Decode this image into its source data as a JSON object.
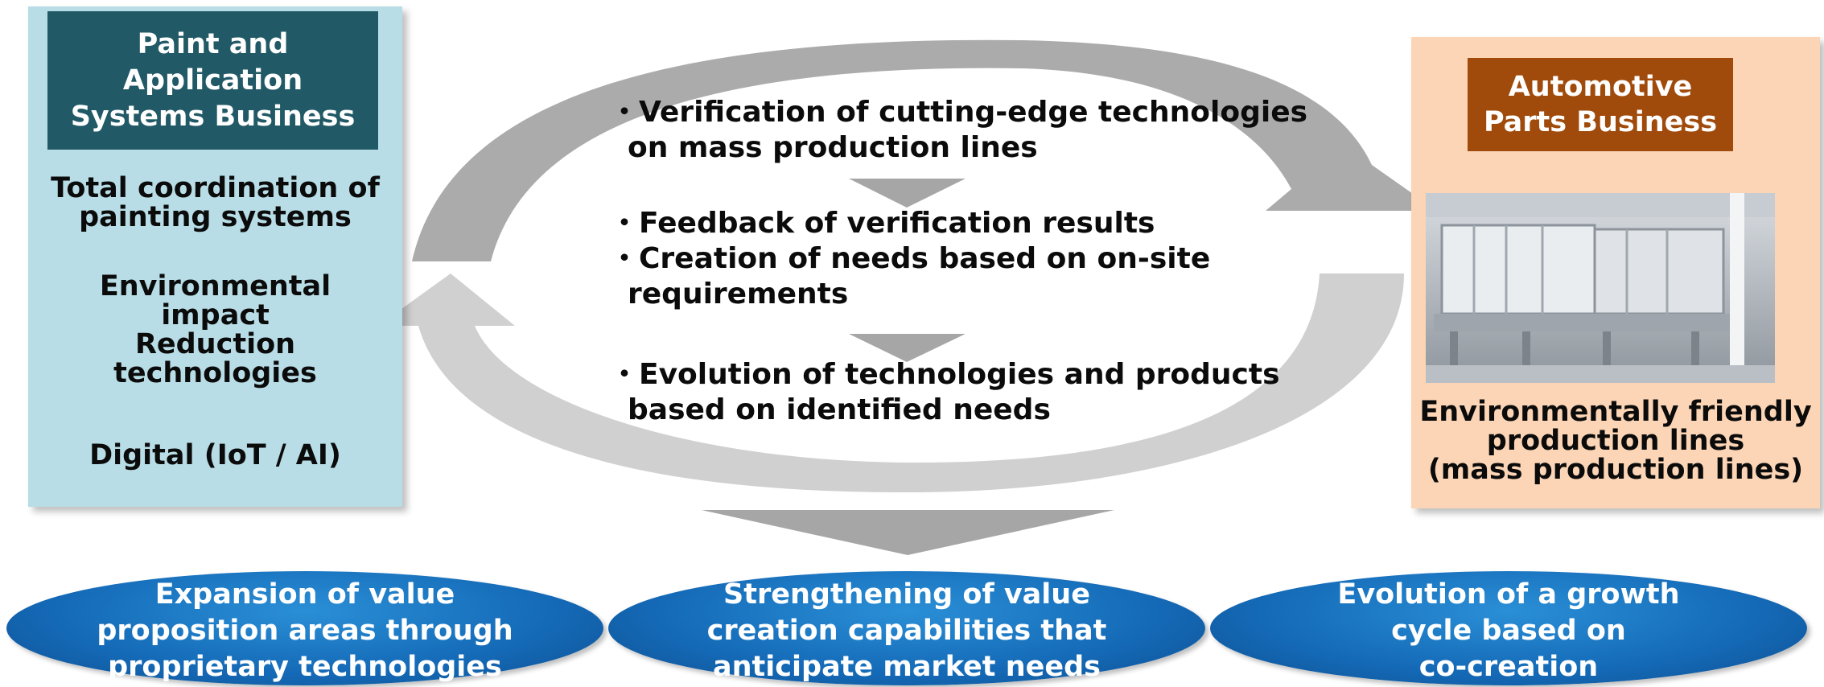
{
  "left_panel": {
    "title": "Paint and\nApplication\nSystems Business",
    "items": [
      "Total coordination of\npainting systems",
      "Environmental\nimpact\nReduction\ntechnologies",
      "Digital (IoT / AI)"
    ]
  },
  "right_panel": {
    "title": "Automotive\nParts Business",
    "caption": "Environmentally friendly\nproduction lines\n(mass production lines)"
  },
  "cycle": {
    "bullets": [
      "・Verification of cutting-edge technologies\non mass production lines",
      "・Feedback of verification results",
      "・Creation of needs based on on-site\nrequirements",
      "・Evolution of technologies and products\nbased on identified needs"
    ]
  },
  "outcomes": [
    "Expansion of value\nproposition areas through\nproprietary technologies",
    "Strengthening of value\ncreation capabilities that\nanticipate market needs",
    "Evolution of a growth\ncycle based on\nco-creation"
  ],
  "colors": {
    "left_panel_bg": "#b8dde6",
    "left_header_bg": "#215a66",
    "right_panel_bg": "#fbd5b5",
    "right_header_bg": "#a04b0c",
    "oval_blue": "#1469b6",
    "arrow_gray": "#a6a6a6"
  }
}
